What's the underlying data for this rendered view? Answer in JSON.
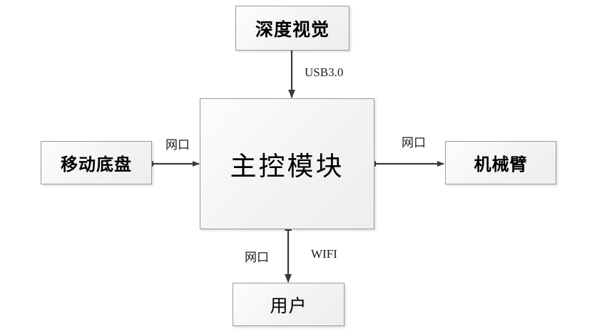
{
  "diagram": {
    "type": "block-diagram",
    "background_color": "#ffffff",
    "node_border_color": "#9a9a9a",
    "node_fill_color": "#f3f3f3",
    "connector_color": "#3a3a3a",
    "nodes": [
      {
        "id": "vision",
        "label": "深度视觉"
      },
      {
        "id": "main",
        "label": "主控模块"
      },
      {
        "id": "chassis",
        "label": "移动底盘"
      },
      {
        "id": "arm",
        "label": "机械臂"
      },
      {
        "id": "user",
        "label": "用户"
      }
    ],
    "edges": [
      {
        "id": "vision-to-main",
        "from": "vision",
        "to": "main",
        "direction": "one-way",
        "labels": [
          "USB3.0"
        ]
      },
      {
        "id": "chassis-to-main",
        "from": "chassis",
        "to": "main",
        "direction": "two-way",
        "labels": [
          "网口"
        ]
      },
      {
        "id": "main-to-arm",
        "from": "main",
        "to": "arm",
        "direction": "two-way",
        "labels": [
          "网口"
        ]
      },
      {
        "id": "main-to-user",
        "from": "main",
        "to": "user",
        "direction": "two-way",
        "labels": [
          "网口",
          "WIFI"
        ]
      }
    ],
    "edge_labels": {
      "usb": "USB3.0",
      "net_left": "网口",
      "net_right": "网口",
      "net_bottom": "网口",
      "wifi": "WIFI"
    }
  }
}
